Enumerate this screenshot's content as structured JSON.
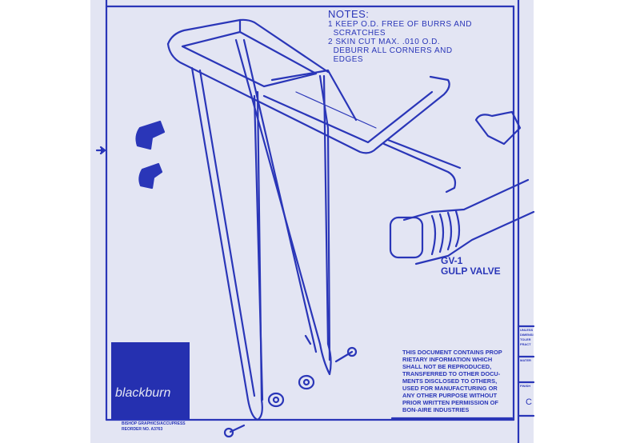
{
  "notes": {
    "title": "NOTES:",
    "items": [
      "KEEP O.D. FREE OF BURRS AND",
      "SCRATCHES",
      "SKIN CUT MAX. .010 O.D.",
      "DEBURR ALL CORNERS AND",
      "EDGES"
    ],
    "markers": [
      "1",
      "2"
    ]
  },
  "valve": {
    "code": "GV-1",
    "name": "GULP VALVE"
  },
  "proprietary_notice": [
    "THIS DOCUMENT CONTAINS PROP",
    "RIETARY INFORMATION WHICH",
    "SHALL NOT BE REPRODUCED,",
    "TRANSFERRED TO OTHER DOCU-",
    "MENTS DISCLOSED TO OTHERS,",
    "USED FOR MANUFACTURING OR",
    "ANY OTHER PURPOSE WITHOUT",
    "PRIOR WRITTEN PERMISSION OF",
    "BON-AIRE INDUSTRIES"
  ],
  "logo": {
    "text": "blackburn"
  },
  "credit": [
    "BISHOP GRAPHICS/ACCUPRESS",
    "REORDER NO. A3763"
  ],
  "title_block": {
    "labels": [
      "UNLESS",
      "DIMENSI",
      "TOLER",
      "FRACT",
      "MATER",
      "FINISH"
    ],
    "value": "C"
  },
  "colors": {
    "ink": "#2a36b8",
    "paper": "#e3e5f3",
    "logo_bg": "#2530b0"
  }
}
